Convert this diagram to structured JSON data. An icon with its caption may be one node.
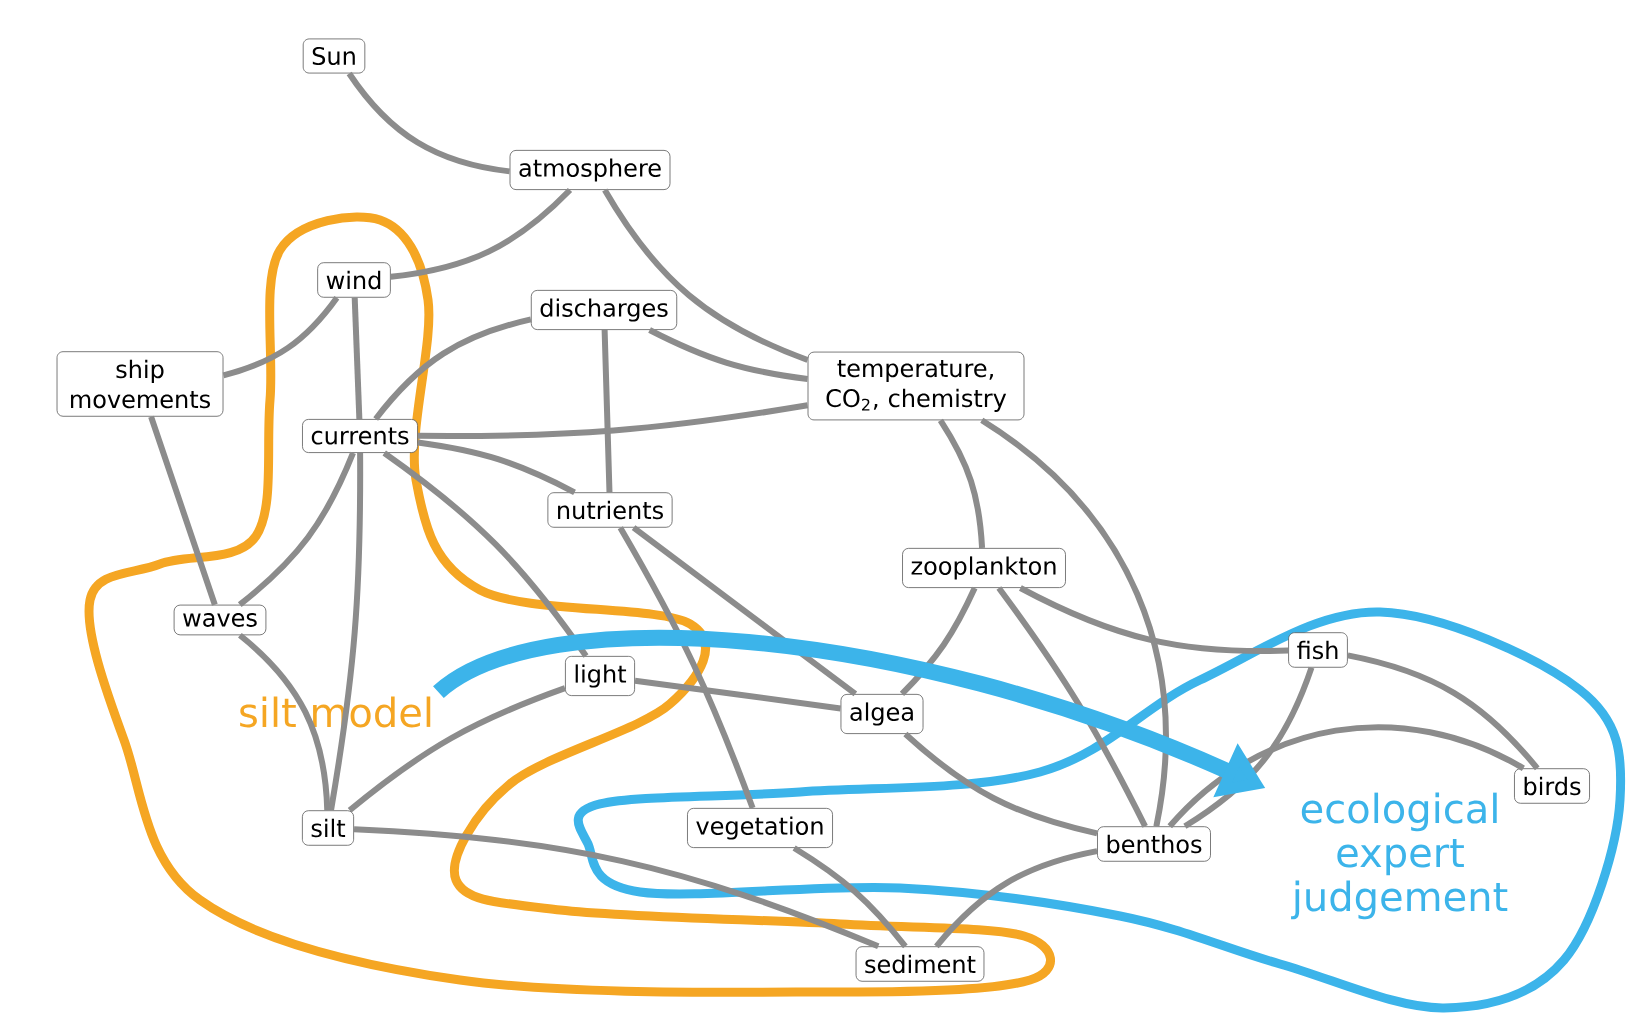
{
  "diagram": {
    "nodes": [
      {
        "text": [
          "Sun"
        ]
      },
      {
        "text": [
          "atmosphere"
        ]
      },
      {
        "text": [
          "wind"
        ]
      },
      {
        "text": [
          "discharges"
        ]
      },
      {
        "text": [
          "ship movements"
        ]
      },
      {
        "text": [
          "currents"
        ]
      },
      {
        "text": [
          "temperature, CO$_{2}$, chemistry"
        ]
      },
      {
        "text": [
          "nutrients"
        ]
      },
      {
        "text": [
          "zooplankton"
        ]
      },
      {
        "text": [
          "waves"
        ]
      },
      {
        "text": [
          "light"
        ]
      },
      {
        "text": [
          "algea"
        ]
      },
      {
        "text": [
          "fish"
        ]
      },
      {
        "text": [
          "silt"
        ]
      },
      {
        "text": [
          "vegetation"
        ]
      },
      {
        "text": [
          "birds"
        ]
      },
      {
        "text": [
          "benthos"
        ]
      },
      {
        "text": [
          "sediment"
        ]
      },
      {
        "text": [
          "silt model"
        ]
      },
      {
        "text": [
          "ecological expert judgement"
        ]
      }
    ],
    "edges": [
      {
        "from": 0,
        "to": 1,
        "arrow": "none"
      },
      {
        "from": 1,
        "to": 2,
        "arrow": "none"
      },
      {
        "from": 1,
        "to": 6,
        "arrow": "none"
      },
      {
        "from": 2,
        "to": 4,
        "arrow": "none"
      },
      {
        "from": 2,
        "to": 5,
        "arrow": "none"
      },
      {
        "from": 3,
        "to": 5,
        "arrow": "none"
      },
      {
        "from": 3,
        "to": 6,
        "arrow": "none"
      },
      {
        "from": 3,
        "to": 7,
        "arrow": "none"
      },
      {
        "from": 4,
        "to": 9,
        "arrow": "none"
      },
      {
        "from": 5,
        "to": 6,
        "arrow": "none"
      },
      {
        "from": 5,
        "to": 7,
        "arrow": "none"
      },
      {
        "from": 5,
        "to": 9,
        "arrow": "none"
      },
      {
        "from": 5,
        "to": 13,
        "arrow": "none"
      },
      {
        "from": 5,
        "to": 10,
        "arrow": "none"
      },
      {
        "from": 6,
        "to": 8,
        "arrow": "none"
      },
      {
        "from": 6,
        "to": 16,
        "arrow": "none"
      },
      {
        "from": 7,
        "to": 11,
        "arrow": "none"
      },
      {
        "from": 7,
        "to": 14,
        "arrow": "none"
      },
      {
        "from": 10,
        "to": 11,
        "arrow": "none"
      },
      {
        "from": 10,
        "to": 13,
        "arrow": "none"
      },
      {
        "from": 9,
        "to": 13,
        "arrow": "none"
      },
      {
        "from": 13,
        "to": 17,
        "arrow": "none"
      },
      {
        "from": 14,
        "to": 17,
        "arrow": "none"
      },
      {
        "from": 11,
        "to": 8,
        "arrow": "none"
      },
      {
        "from": 11,
        "to": 16,
        "arrow": "none"
      },
      {
        "from": 8,
        "to": 12,
        "arrow": "none"
      },
      {
        "from": 8,
        "to": 16,
        "arrow": "none"
      },
      {
        "from": 12,
        "to": 15,
        "arrow": "none"
      },
      {
        "from": 12,
        "to": 16,
        "arrow": "none"
      },
      {
        "from": 16,
        "to": 15,
        "arrow": "none"
      },
      {
        "from": 17,
        "to": 16,
        "arrow": "none"
      },
      {
        "from": 18,
        "to": 19,
        "arrow": "to",
        "style": "thick",
        "color": "#3cb4ea"
      }
    ]
  }
}
